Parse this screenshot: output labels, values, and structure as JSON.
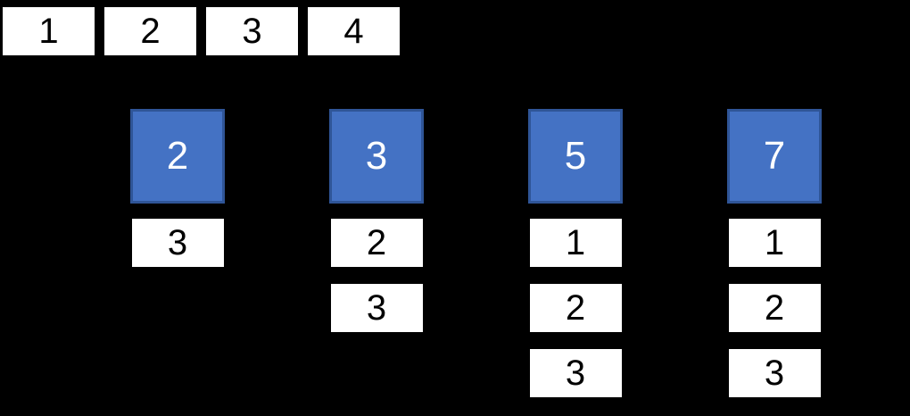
{
  "colors": {
    "background": "#000000",
    "cell_fill": "#ffffff",
    "cell_text": "#000000",
    "bucket_fill": "#4472C4",
    "bucket_border": "#2F5597",
    "bucket_text": "#ffffff"
  },
  "top_row": {
    "cells": [
      "1",
      "2",
      "3",
      "4"
    ]
  },
  "columns": [
    {
      "head": "2",
      "items": [
        "3"
      ]
    },
    {
      "head": "3",
      "items": [
        "2",
        "3"
      ]
    },
    {
      "head": "5",
      "items": [
        "1",
        "2",
        "3"
      ]
    },
    {
      "head": "7",
      "items": [
        "1",
        "2",
        "3"
      ]
    }
  ]
}
